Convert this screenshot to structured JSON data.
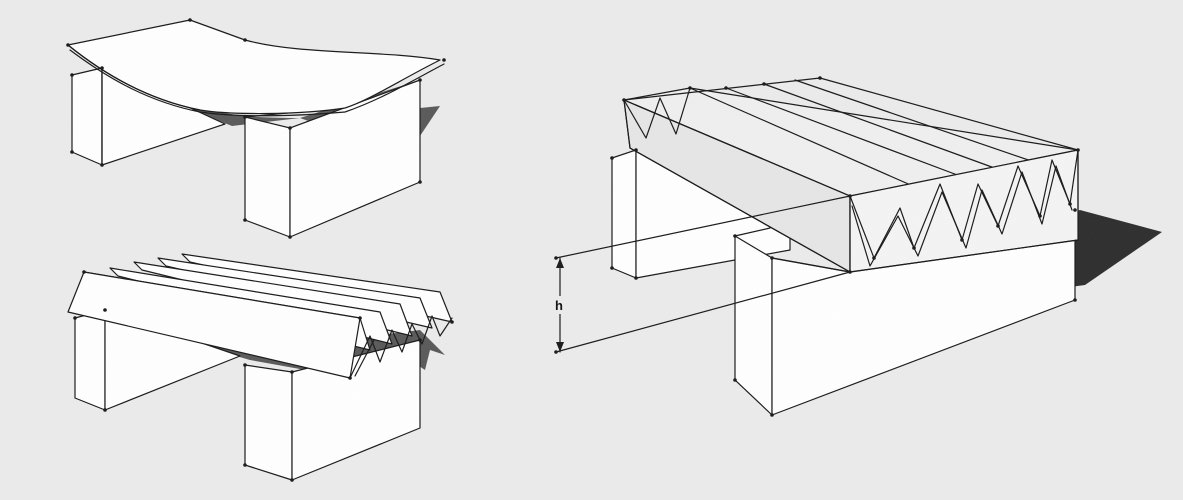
{
  "panels": [
    {
      "id": "curved-sheet",
      "label": ""
    },
    {
      "id": "folded-plate",
      "label": ""
    },
    {
      "id": "folded-plate-detail",
      "label": ""
    }
  ],
  "dimension": {
    "label": "h"
  },
  "colors": {
    "background": "#ebebeb",
    "shadow": "#5c5c5c",
    "ink": "#1a1a1a",
    "paper": "#ffffff",
    "plate_shade": "#eeeeee"
  }
}
